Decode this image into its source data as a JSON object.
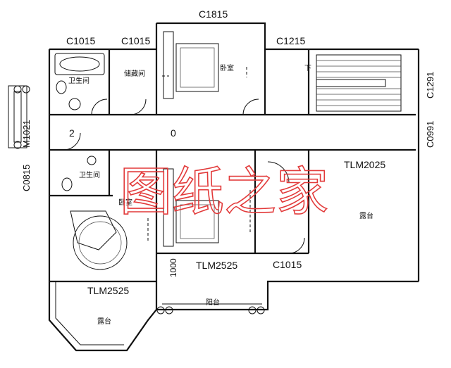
{
  "floor_plan": {
    "window_labels": {
      "top_bedroom_window": "C1815",
      "bath_window": "C1015",
      "storage_window": "C1015",
      "stair_window": "C1215",
      "stair_side_window": "C1291",
      "hall_side_window": "C0991",
      "left_door": "M1021",
      "left_bath_window": "C0815",
      "terrace_door": "TLM2025",
      "bedroom2_door": "TLM2525",
      "small_window": "C1015",
      "bedroom3_door": "TLM2525",
      "dimension": "1000"
    },
    "room_labels": {
      "bathroom_top": "卫生间",
      "storage": "储藏间",
      "bedroom_top": "卧室",
      "bathroom_left": "卫生间",
      "bedroom_left": "卧室",
      "terrace_right": "露台",
      "balcony": "阳台",
      "terrace_bottom": "露台",
      "stair_down": "下"
    },
    "markers": {
      "hall_number": "0",
      "left_number": "2"
    },
    "watermark": "图纸之家",
    "colors": {
      "line": "#111111",
      "watermark": "#e23a3a",
      "background": "#ffffff"
    }
  }
}
